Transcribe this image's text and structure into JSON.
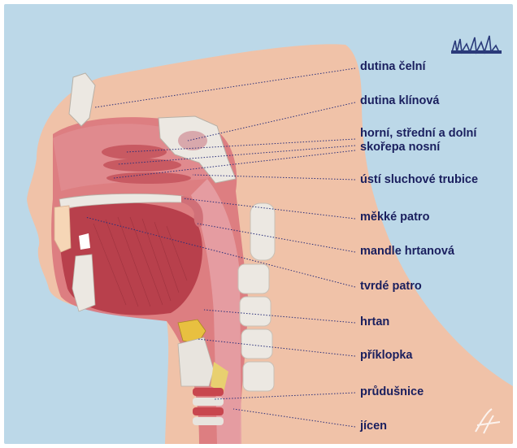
{
  "labels": [
    {
      "id": "frontal-sinus",
      "text": "dutina čelní"
    },
    {
      "id": "sphenoid-sinus",
      "text": "dutina klínová"
    },
    {
      "id": "nasal-conchae",
      "text": "horní, střední a dolní",
      "text2": "skořepa nosní"
    },
    {
      "id": "eustachian-tube",
      "text": "ústí sluchové trubice"
    },
    {
      "id": "soft-palate",
      "text": "měkké patro"
    },
    {
      "id": "tonsil",
      "text": "mandle hrtanová"
    },
    {
      "id": "hard-palate",
      "text": "tvrdé patro"
    },
    {
      "id": "larynx",
      "text": "hrtan"
    },
    {
      "id": "epiglottis",
      "text": "příklopka"
    },
    {
      "id": "trachea",
      "text": "průdušnice"
    },
    {
      "id": "esophagus",
      "text": "jícen"
    }
  ],
  "colors": {
    "background": "#bcd8e8",
    "skin": "#f0c2a8",
    "tissue": "#c9505a",
    "bone": "#ece8e2",
    "label": "#1a1f5e"
  }
}
